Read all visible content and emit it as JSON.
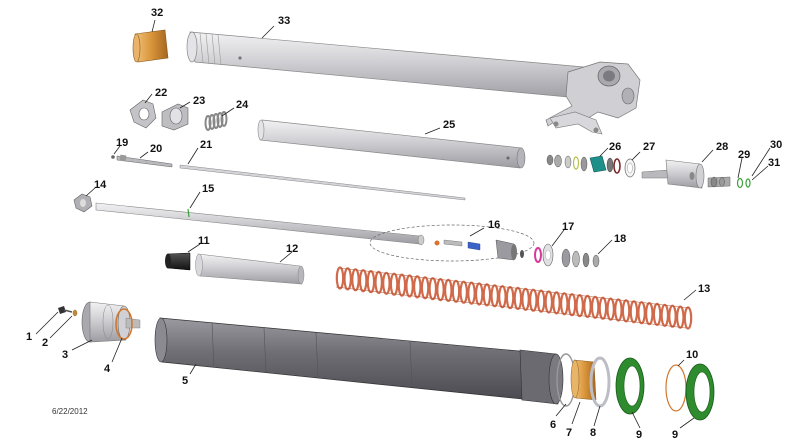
{
  "date": "6/22/2012",
  "callouts": {
    "c1": "1",
    "c2": "2",
    "c3": "3",
    "c4": "4",
    "c5": "5",
    "c6": "6",
    "c7": "7",
    "c8": "8",
    "c9a": "9",
    "c9b": "9",
    "c10": "10",
    "c11": "11",
    "c12": "12",
    "c13": "13",
    "c14": "14",
    "c15": "15",
    "c16": "16",
    "c17": "17",
    "c18": "18",
    "c19": "19",
    "c20": "20",
    "c21": "21",
    "c22": "22",
    "c23": "23",
    "c24": "24",
    "c25": "25",
    "c26": "26",
    "c27": "27",
    "c28": "28",
    "c29": "29",
    "c30": "30",
    "c31": "31",
    "c32": "32",
    "c33": "33"
  },
  "colors": {
    "bronze": "#d8943a",
    "spring": "#d06a4a",
    "seal_green": "#2e8b2e",
    "teal": "#1f8f8a",
    "magenta": "#d8399a",
    "blue": "#3a62c8",
    "alloy": "#c8c8cc",
    "dark_tube": "#6a6a70"
  }
}
